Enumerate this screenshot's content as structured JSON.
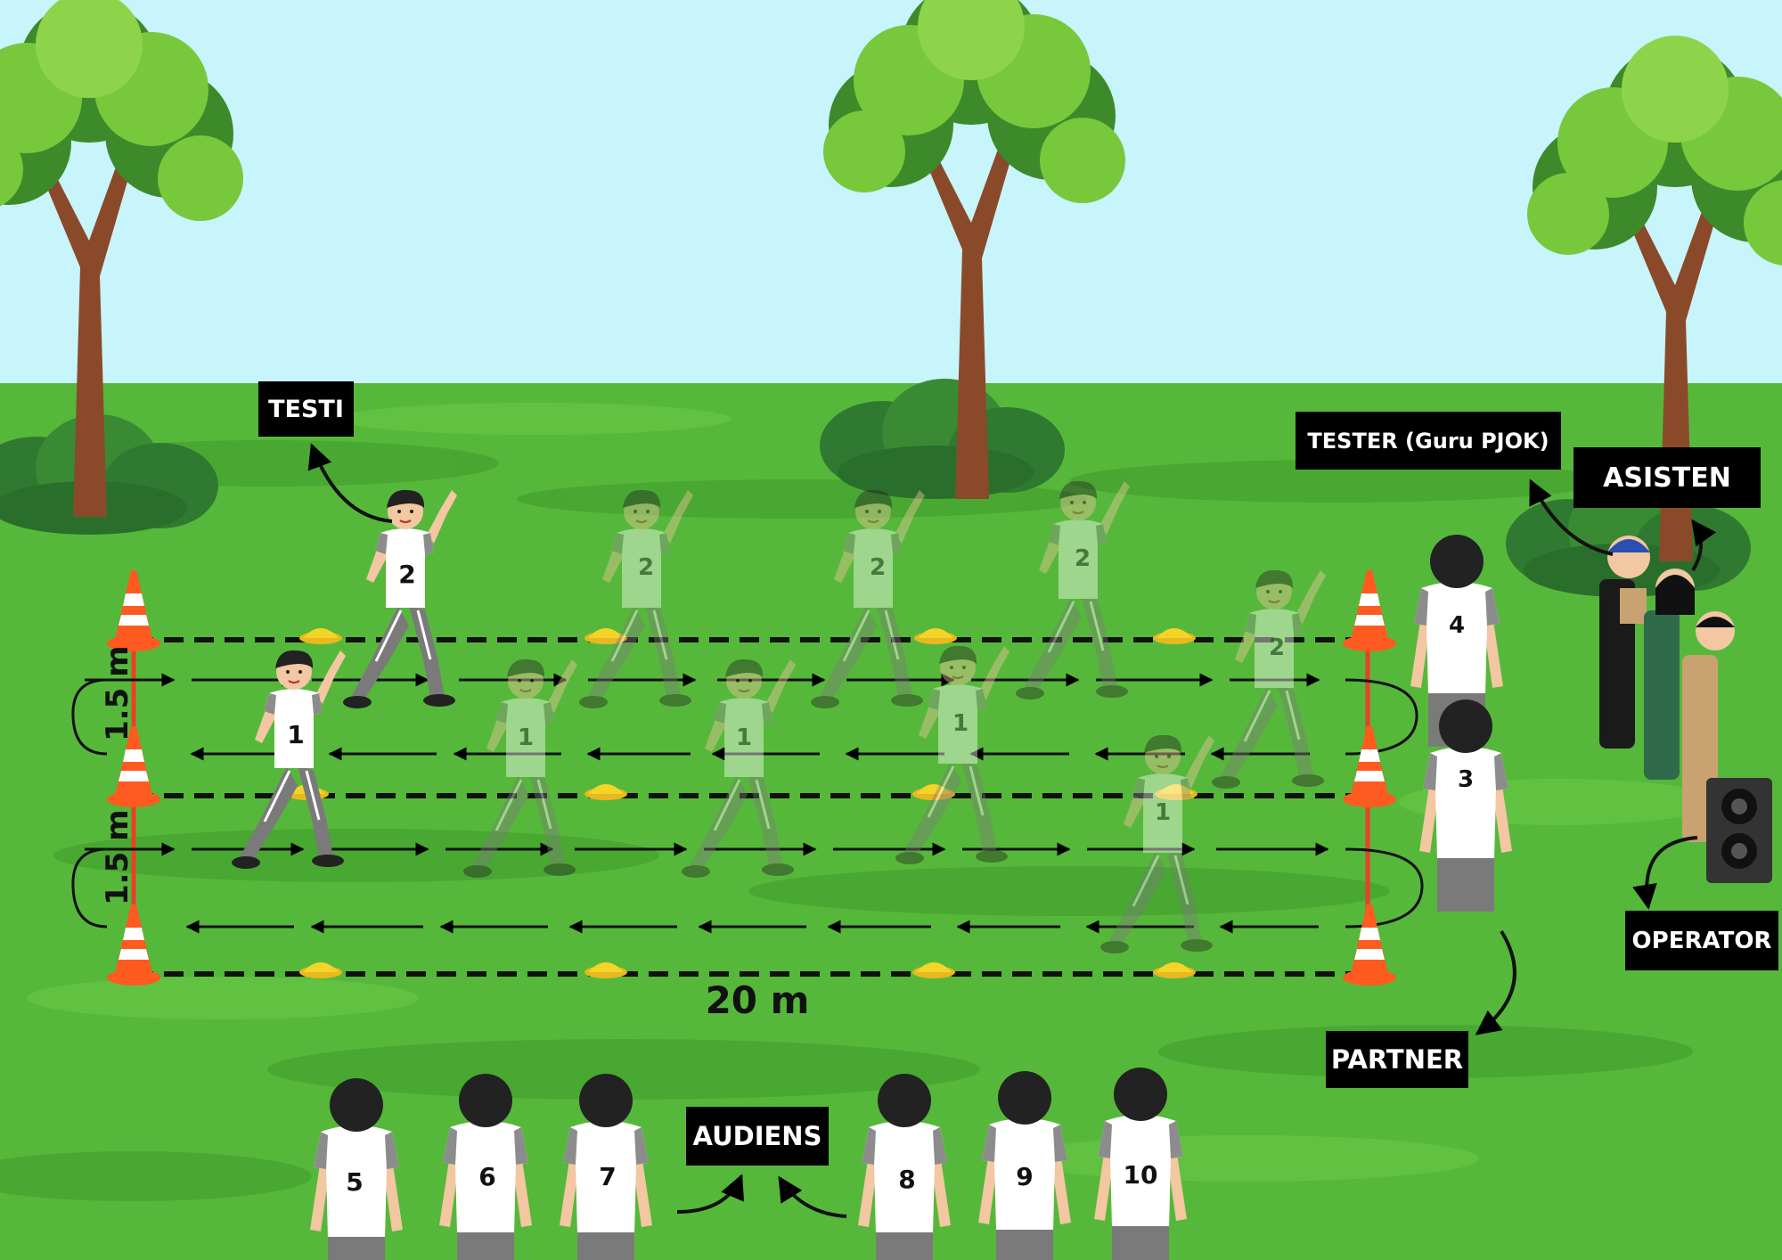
{
  "colors": {
    "sky": "#c8f4fb",
    "grass": "#56b83a",
    "grass_dark": "#3f9a2a",
    "trunk": "#8a4a2a",
    "leaf": "#78c83c",
    "leaf_dark": "#3d8a2a",
    "bush": "#2f7a30",
    "cone": "#ff5a1f",
    "marker": "#f5d42a",
    "label_bg": "#000000",
    "label_text": "#ffffff",
    "shirt": "#ffffff",
    "sleeve": "#8c8c8c",
    "pants": "#7a7a7a"
  },
  "labels": {
    "testi": "TESTI",
    "tester": "TESTER (Guru PJOK)",
    "asisten": "ASISTEN",
    "operator": "OPERATOR",
    "partner": "PARTNER",
    "audiens": "AUDIENS"
  },
  "dimensions": {
    "lane_width_top": "1.5 m",
    "lane_width_bottom": "1.5 m",
    "course_length": "20 m"
  },
  "runners": {
    "testi_1": "1",
    "testi_2": "2",
    "partner_3": "3",
    "partner_4": "4"
  },
  "audience": [
    "5",
    "6",
    "7",
    "8",
    "9",
    "10"
  ],
  "icons": [
    "tree-icon",
    "bush-icon",
    "cone-icon",
    "marker-disc-icon",
    "speaker-icon",
    "arrow-icon"
  ]
}
